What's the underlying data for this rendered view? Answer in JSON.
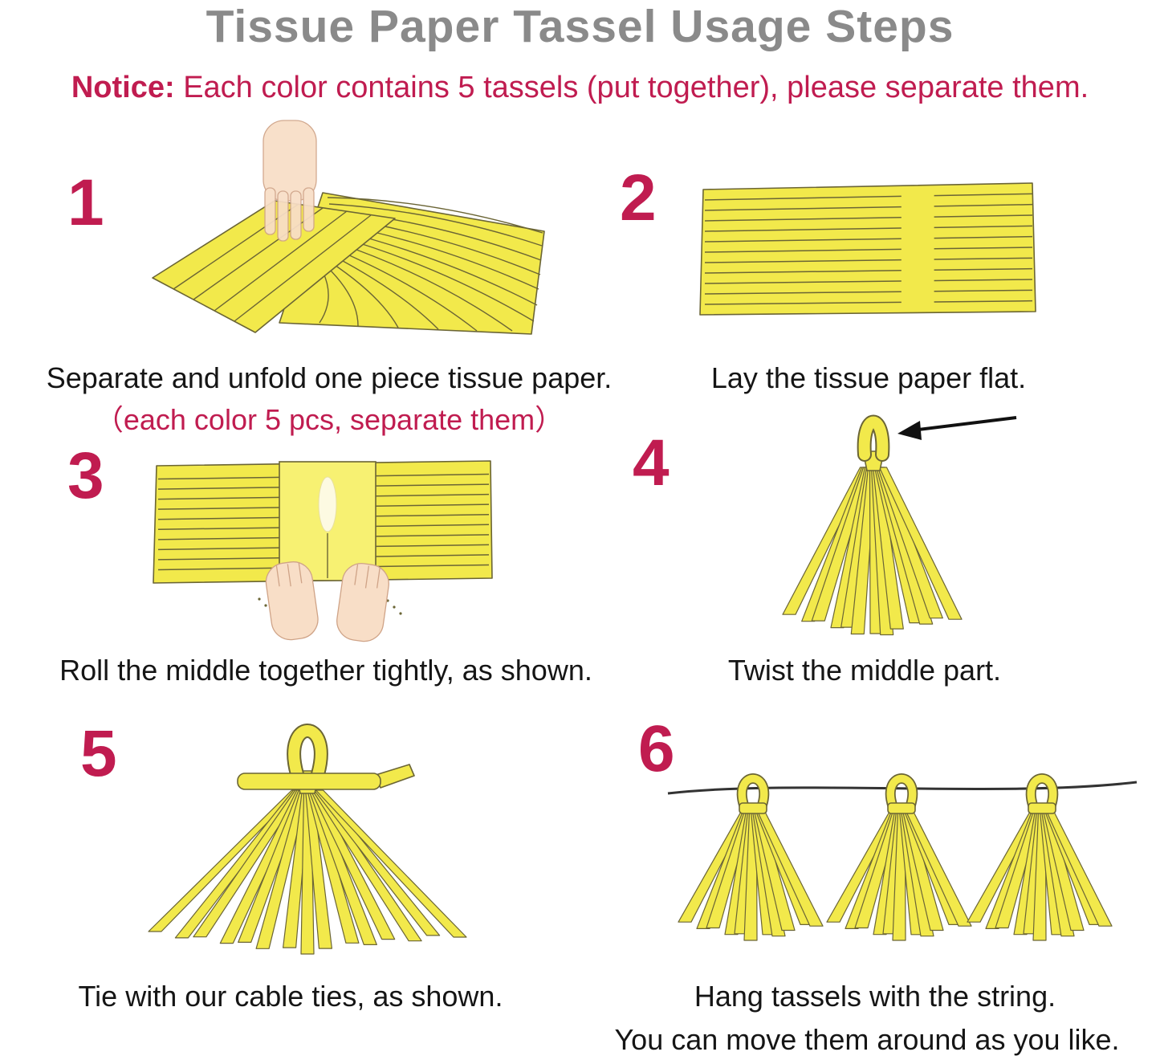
{
  "title": "Tissue Paper Tassel Usage Steps",
  "notice": {
    "label": "Notice:",
    "text": " Each color contains 5 tassels (put together), please separate them."
  },
  "steps": [
    {
      "number": "1",
      "caption": "Separate and unfold one piece tissue paper.",
      "note": "（each color 5 pcs, separate them）"
    },
    {
      "number": "2",
      "caption": "Lay the tissue paper flat."
    },
    {
      "number": "3",
      "caption": "Roll the middle together tightly, as shown."
    },
    {
      "number": "4",
      "caption": "Twist the middle part."
    },
    {
      "number": "5",
      "caption": "Tie with our cable ties, as shown."
    },
    {
      "number": "6",
      "caption": "Hang tassels with the string.",
      "caption_line2": "You can move them around as you like."
    }
  ],
  "colors": {
    "accent": "#c01c50",
    "title_gray": "#8a8a8a",
    "tassel_yellow": "#f2e94b"
  }
}
